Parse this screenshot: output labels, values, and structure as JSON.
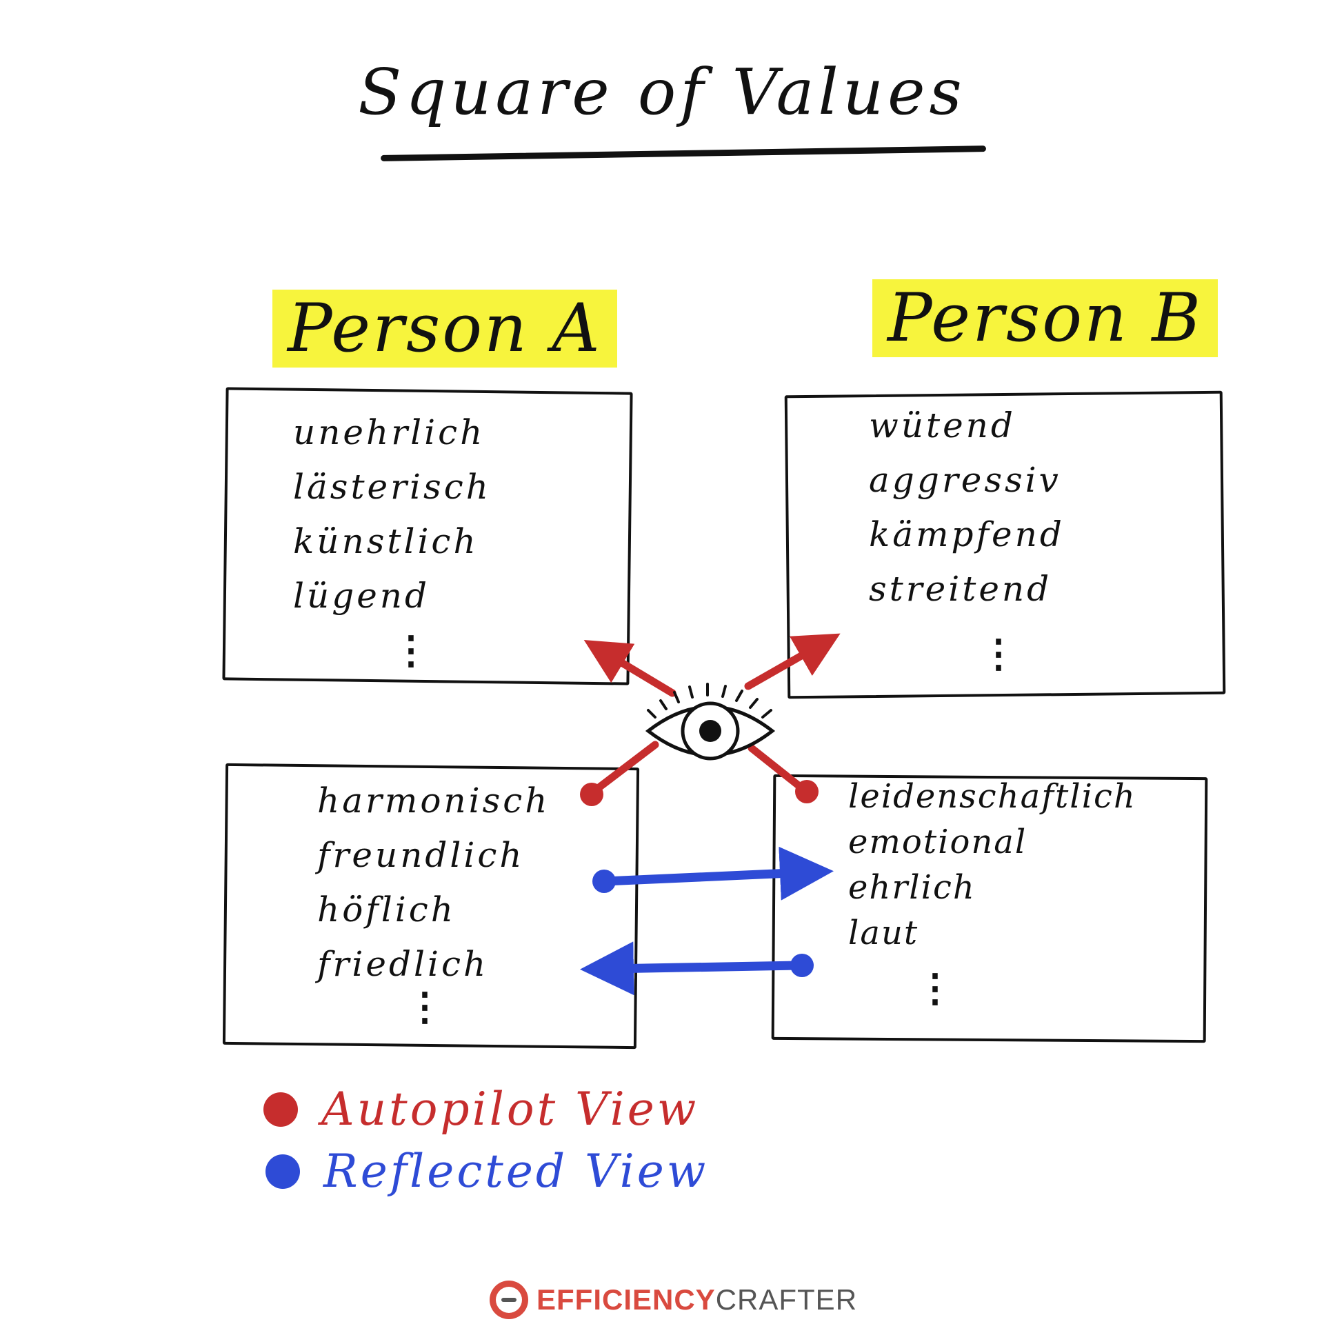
{
  "title": "Square of Values",
  "person_a": {
    "label": "Person A",
    "negative_traits": [
      "unehrlich",
      "lästerisch",
      "künstlich",
      "lügend"
    ],
    "positive_traits": [
      "harmonisch",
      "freundlich",
      "höflich",
      "friedlich"
    ]
  },
  "person_b": {
    "label": "Person B",
    "negative_traits": [
      "wütend",
      "aggressiv",
      "kämpfend",
      "streitend"
    ],
    "positive_traits": [
      "leidenschaftlich",
      "emotional",
      "ehrlich",
      "laut"
    ]
  },
  "more_marker": "⋮",
  "legend": {
    "autopilot": {
      "label": "Autopilot View",
      "color": "#c62d2d"
    },
    "reflected": {
      "label": "Reflected View",
      "color": "#2e4bd6"
    }
  },
  "logo": {
    "part1": "EFFICIENCY",
    "part2": "CRAFTER",
    "icon": "efficiency-crafter-logo-icon",
    "colors": {
      "accent": "#d94a3f",
      "text": "#555555"
    }
  },
  "highlight_color": "#f7f43d"
}
